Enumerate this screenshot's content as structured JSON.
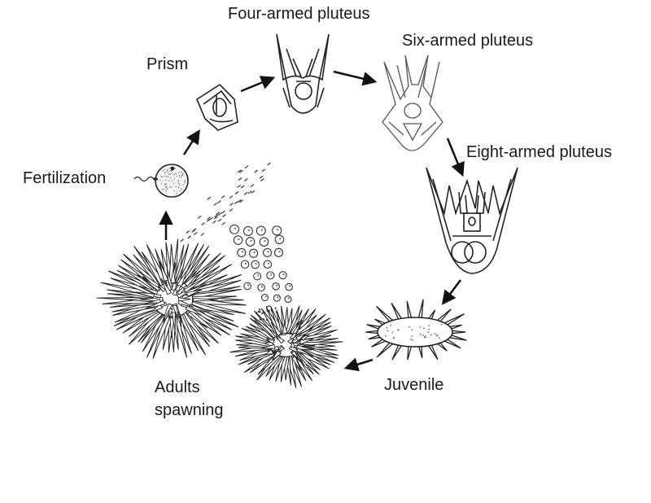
{
  "labels": {
    "four_armed": "Four-armed pluteus",
    "prism": "Prism",
    "six_armed": "Six-armed pluteus",
    "eight_armed": "Eight-armed pluteus",
    "fertilization": "Fertilization",
    "juvenile": "Juvenile",
    "adults_line1": "Adults",
    "adults_line2": "spawning"
  },
  "colors": {
    "ink": "#1a1a1a",
    "background": "#ffffff"
  }
}
